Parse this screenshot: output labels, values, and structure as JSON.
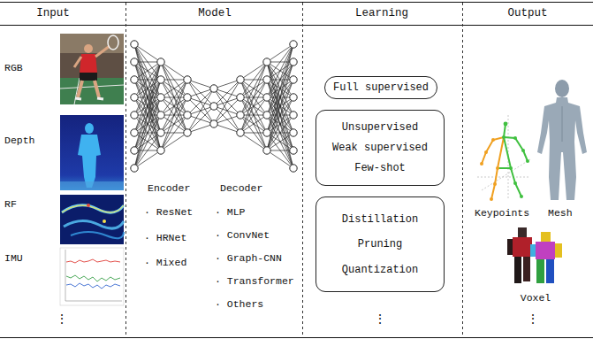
{
  "diagram": {
    "nodes": [
      {
        "text": [
          "Full supervised"
        ]
      },
      {
        "text": [
          "Unsupervised",
          "Weak supervised",
          "Few-shot"
        ]
      },
      {
        "text": [
          "Distillation",
          "Pruning",
          "Quantization"
        ]
      }
    ],
    "labels": [
      "Input",
      "Model",
      "Learning",
      "Output",
      "RGB",
      "Depth",
      "RF",
      "IMU",
      "⋮",
      "Encoder",
      "Decoder",
      "· ResNet",
      "· HRNet",
      "· Mixed",
      "· MLP",
      "· ConvNet",
      "· Graph-CNN",
      "· Transformer",
      "· Others",
      "⋮",
      "Keypoints",
      "Mesh",
      "Voxel",
      "⋮"
    ]
  }
}
